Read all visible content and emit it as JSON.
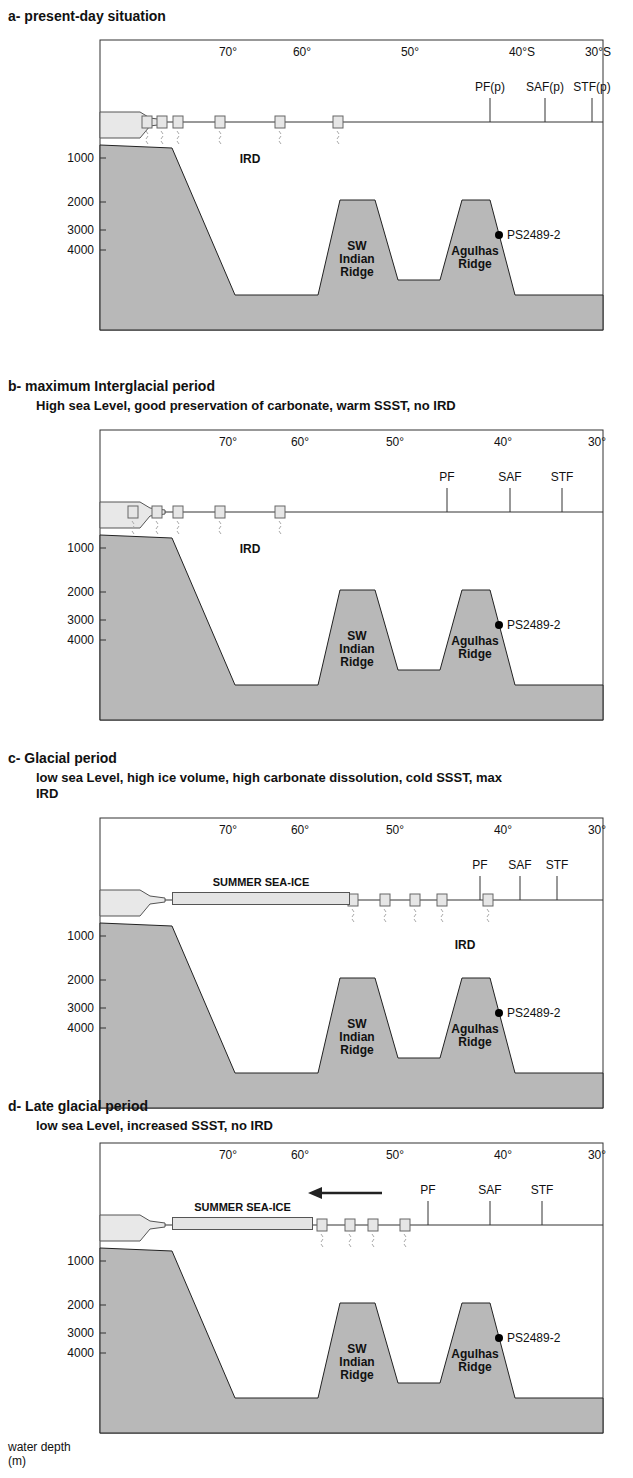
{
  "diagram": {
    "nodes": [
      {
        "text": [
          "SUMMER SEA-ICE"
        ]
      },
      {
        "text": [
          "SUMMER SEA-ICE"
        ]
      }
    ],
    "labels": [
      "a- present-day situation",
      "70°",
      "60°",
      "50°",
      "40°S",
      "30°S",
      "PF(p)",
      "SAF(p)",
      "STF(p)",
      "1000",
      "2000",
      "3000",
      "4000",
      "IRD",
      "SW Indian Ridge",
      "Agulhas Ridge",
      "PS2489-2",
      "b- maximum Interglacial period",
      "High sea Level, good preservation of carbonate, warm SSST, no IRD",
      "70°",
      "60°",
      "50°",
      "40°",
      "30°",
      "PF",
      "SAF",
      "STF",
      "1000",
      "2000",
      "3000",
      "4000",
      "IRD",
      "SW Indian Ridge",
      "Agulhas Ridge",
      "PS2489-2",
      "c- Glacial period",
      "low sea Level, high ice volume, high carbonate dissolution, cold SSST, max IRD",
      "70°",
      "60°",
      "50°",
      "40°",
      "30°",
      "PF",
      "SAF",
      "STF",
      "1000",
      "2000",
      "3000",
      "4000",
      "IRD",
      "SW Indian Ridge",
      "Agulhas Ridge",
      "PS2489-2",
      "d- Late glacial period",
      "low sea Level, increased SSST, no IRD",
      "70°",
      "60°",
      "50°",
      "40°",
      "30°",
      "PF",
      "SAF",
      "STF",
      "1000",
      "2000",
      "3000",
      "4000",
      "SW Indian Ridge",
      "Agulhas Ridge",
      "PS2489-2",
      "water depth (m)"
    ]
  }
}
